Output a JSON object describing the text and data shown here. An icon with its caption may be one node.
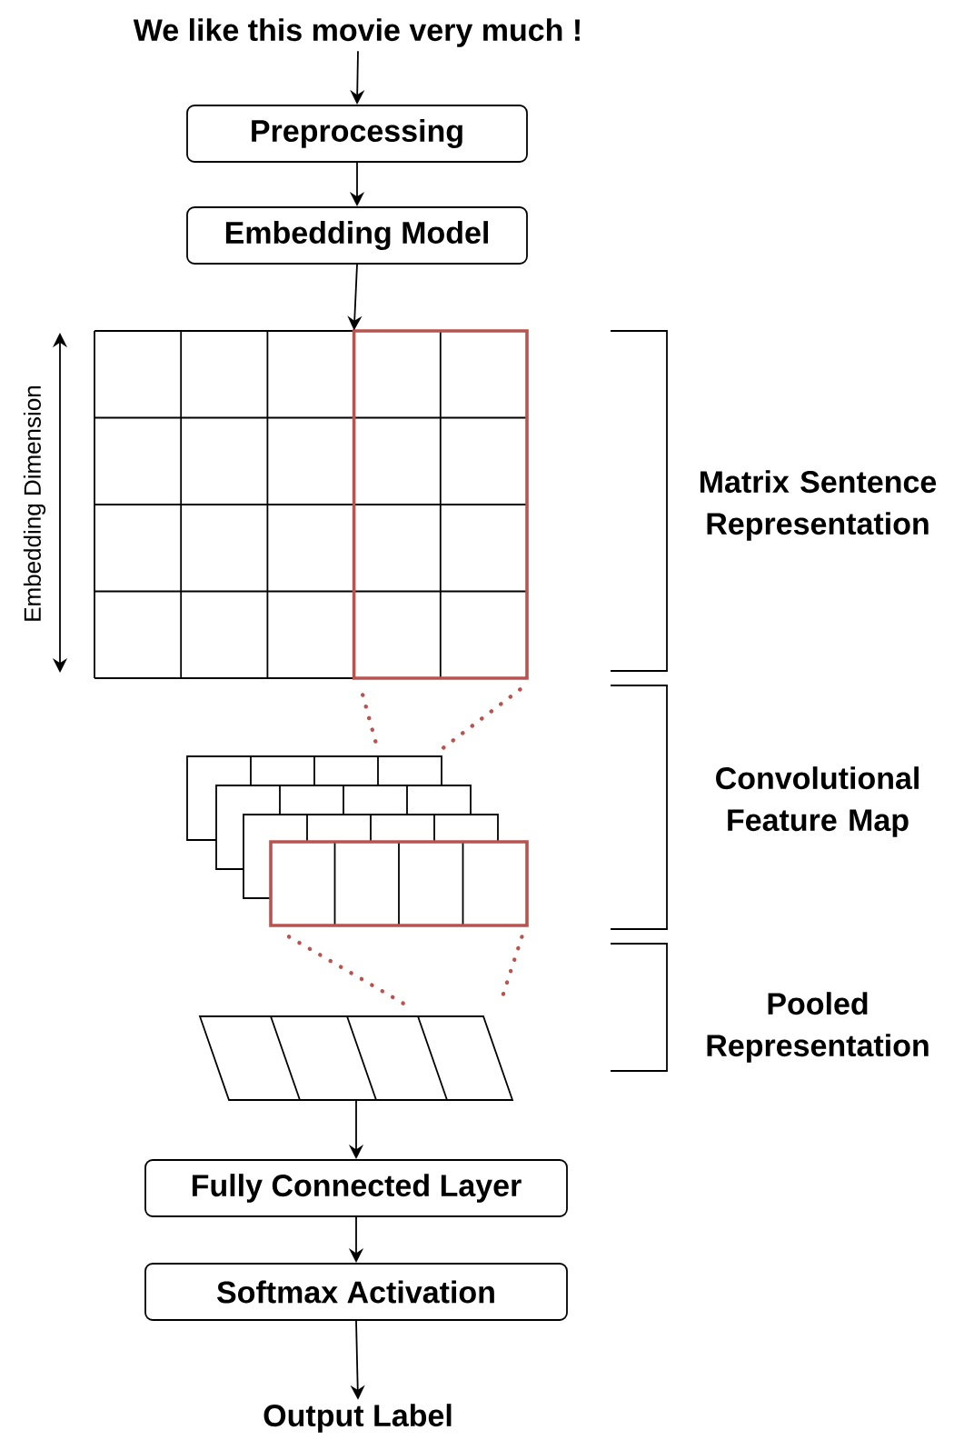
{
  "diagram": {
    "nodes": [
      {
        "text": [
          "We like this movie very much !"
        ]
      },
      {
        "text": [
          "Preprocessing"
        ]
      },
      {
        "text": [
          "Embedding Model"
        ]
      },
      {
        "text": [],
        "shape": "picture"
      },
      {
        "text": [],
        "shape": "picture"
      },
      {
        "text": [],
        "shape": "picture"
      },
      {
        "text": [
          "Fully Connected Layer"
        ]
      },
      {
        "text": [
          "Softmax Activation"
        ]
      },
      {
        "text": [
          "Output Label"
        ]
      }
    ],
    "edges": [
      {
        "from": 0,
        "to": 1,
        "arrow": "to"
      },
      {
        "from": 1,
        "to": 2,
        "arrow": "to"
      },
      {
        "from": 2,
        "to": 3,
        "arrow": "to"
      },
      {
        "from": 3,
        "to": 4,
        "arrow": "none",
        "style": "dashed",
        "color": "#b85450"
      },
      {
        "from": 3,
        "to": 4,
        "arrow": "none",
        "style": "dashed",
        "color": "#b85450"
      },
      {
        "from": 4,
        "to": 5,
        "arrow": "none",
        "style": "dashed",
        "color": "#b85450"
      },
      {
        "from": 4,
        "to": 5,
        "arrow": "none",
        "style": "dashed",
        "color": "#b85450"
      },
      {
        "from": 5,
        "to": 6,
        "arrow": "to"
      },
      {
        "from": 6,
        "to": 7,
        "arrow": "to"
      },
      {
        "from": 7,
        "to": 8,
        "arrow": "to"
      }
    ],
    "labels": [
      "Embedding Dimension",
      "Matrix Sentence Representation",
      "Convolutional Feature Map",
      "Pooled Representation"
    ]
  }
}
